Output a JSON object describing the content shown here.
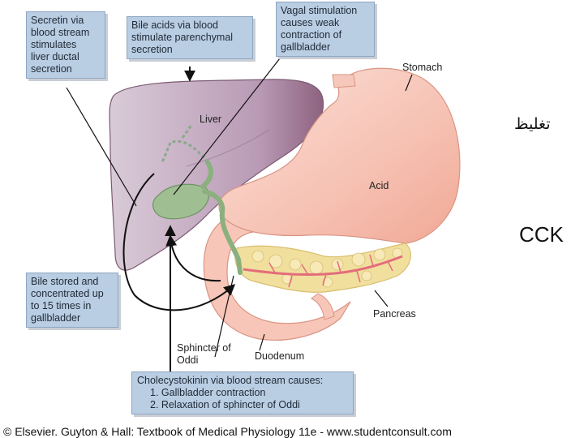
{
  "callouts": {
    "secretin": [
      "Secretin via",
      "blood stream",
      "stimulates",
      "liver ductal",
      "secretion"
    ],
    "bile_acids": [
      "Bile acids via blood",
      "stimulate parenchymal",
      "secretion"
    ],
    "vagal": [
      "Vagal stimulation",
      "causes weak",
      "contraction of",
      "gallbladder"
    ],
    "bile_stored": [
      "Bile stored and",
      "concentrated up",
      "to 15 times in",
      "gallbladder"
    ],
    "cck": {
      "title": "Cholecystokinin via blood stream causes:",
      "items": [
        "1. Gallbladder contraction",
        "2. Relaxation of sphincter of Oddi"
      ]
    }
  },
  "labels": {
    "stomach": "Stomach",
    "liver": "Liver",
    "acid": "Acid",
    "pancreas": "Pancreas",
    "sphincter": [
      "Sphincter of",
      "Oddi"
    ],
    "duodenum": "Duodenum"
  },
  "side_text": {
    "arabic": "تغلیظ",
    "cck": "CCK"
  },
  "credit": "© Elsevier. Guyton & Hall: Textbook of Medical Physiology 11e - www.studentconsult.com",
  "colors": {
    "callout_bg": "#b9cde3",
    "liver": "#a98aa6",
    "stomach": "#f4b7aa",
    "pancreas": "#f1df9e",
    "gallbladder": "#9fbf93"
  }
}
